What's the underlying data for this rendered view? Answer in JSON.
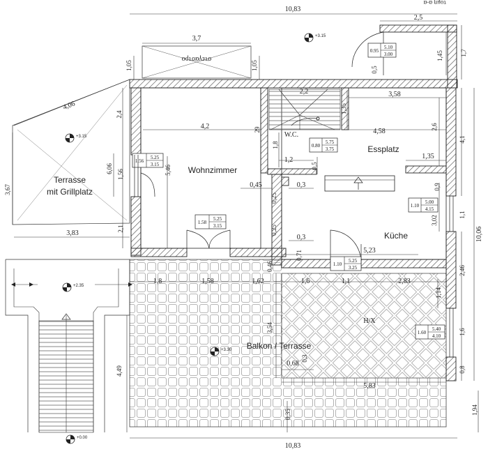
{
  "rooms": {
    "wohnzimmer": "Wohnzimmer",
    "wc": "W.C.",
    "essplatz": "Essplatz",
    "kueche": "Küche",
    "terrasse_line1": "Terrasse",
    "terrasse_line2": "mit Grillplatz",
    "balkon": "Balkon / Terrasse",
    "hx": "H/X",
    "stegastro": "στεγαστρο"
  },
  "section_label": "τομη α-α",
  "levels": {
    "top": "+3.15",
    "terrasse": "+3.15",
    "mid": "+2.35",
    "balkon": "+3.30",
    "ground": "+0.00"
  },
  "window_tags": [
    {
      "id": "w1",
      "code": "0.95",
      "top": "5.10",
      "bottom": "3.00"
    },
    {
      "id": "w2",
      "code": "0.80",
      "top": "5.75",
      "bottom": "3.75"
    },
    {
      "id": "w3",
      "code": "1.56",
      "top": "5.25",
      "bottom": "3.15"
    },
    {
      "id": "w4",
      "code": "1.58",
      "top": "5.25",
      "bottom": "3.15"
    },
    {
      "id": "w5",
      "code": "1.10",
      "top": "5.00",
      "bottom": "4.15"
    },
    {
      "id": "w6",
      "code": "1.10",
      "top": "5.25",
      "bottom": "3.25"
    },
    {
      "id": "w7",
      "code": "1.60",
      "top": "5.40",
      "bottom": "4.10"
    }
  ],
  "dimensions": {
    "top_total": "10,83",
    "bottom_total": "10,83",
    "right_total": "10,06",
    "top_right_25": "2,5",
    "stegastro_37": "3,7",
    "left_105": "1,05",
    "right_105": "1,05",
    "d145": "1,45",
    "d17": "1,7",
    "d05_top": "0,5",
    "d22": "2,2",
    "d358": "3,58",
    "d135_a": "1,35",
    "d26": "2,6",
    "d41": "4,1",
    "d29": "29",
    "d42": "4,2",
    "d458": "4,58",
    "d18": "1,8",
    "d12": "1,2",
    "d05_mid": "0,5",
    "d135_b": "1,35",
    "d406": "4,06",
    "d24": "2,4",
    "d606": "6,06",
    "d156": "1,56",
    "d546": "5,46",
    "d367": "3,67",
    "d383": "3,83",
    "d21": "2,1",
    "d045": "0,45",
    "d03_a": "0,3",
    "d025_a": "0,25",
    "d09": "0,9",
    "d302": "3,02",
    "d11": "1,1",
    "d025_b": "0,25",
    "d03_b": "0,3",
    "d071": "0,71",
    "d523": "5,23",
    "d046": "0,46",
    "d246": "2,46",
    "b18": "1,8",
    "b158": "1,58",
    "b162": "1,62",
    "b16": "1,6",
    "b11": "1,1",
    "b283": "2,83",
    "d114": "1,14",
    "d354": "3,54",
    "d16r": "1,6",
    "d068": "0,68",
    "d03_c": "0,3",
    "d583": "5,83",
    "d08": "0,8",
    "d449": "4,49",
    "d035": "0,35",
    "d194": "1,94"
  },
  "colors": {
    "line": "#222222",
    "hatch": "#555555",
    "tile": "#9a9a9a",
    "paper": "#ffffff"
  }
}
